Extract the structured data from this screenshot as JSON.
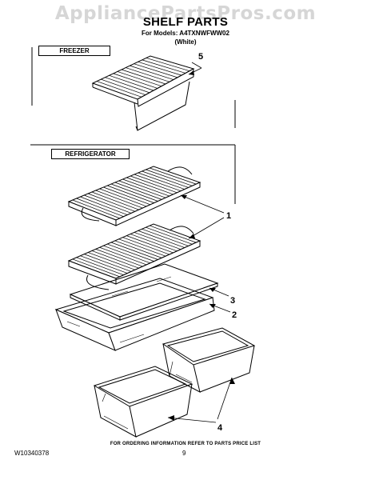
{
  "watermark": "AppliancePartsPros.com",
  "title": "SHELF PARTS",
  "models_line": "For Models: A4TXNWFWW02",
  "variant": "(White)",
  "sections": {
    "freezer": "FREEZER",
    "refrigerator": "REFRIGERATOR"
  },
  "callouts": [
    "5",
    "1",
    "3",
    "2",
    "4"
  ],
  "footer": {
    "note": "FOR ORDERING INFORMATION REFER TO PARTS PRICE LIST",
    "doc_id": "W10340378",
    "page": "9"
  }
}
